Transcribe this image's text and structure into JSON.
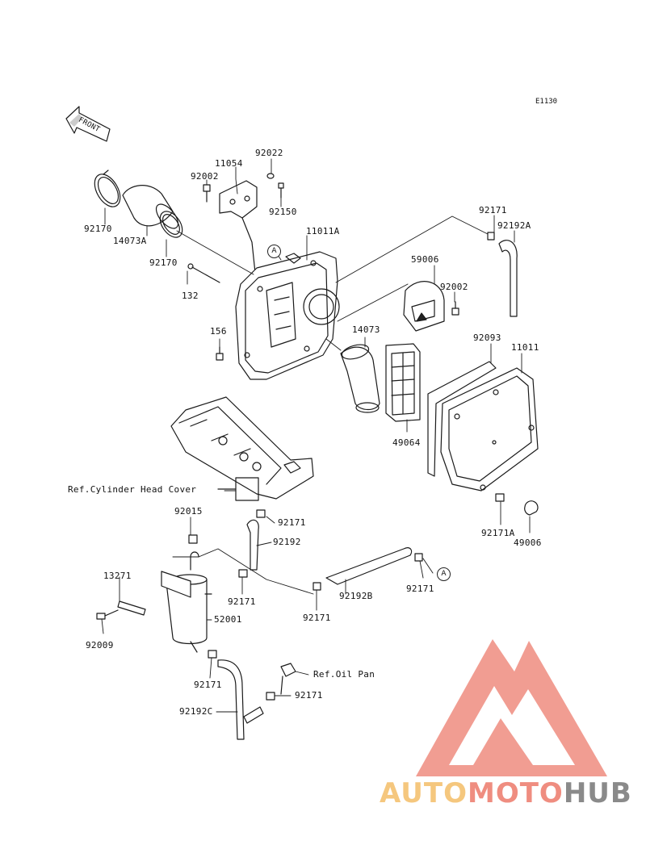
{
  "diagram_code": "E1130",
  "front_label": "FRONT",
  "callout_letter": "A",
  "parts": {
    "p92022": "92022",
    "p11054": "11054",
    "p92002_top": "92002",
    "p92150": "92150",
    "p92170_left": "92170",
    "p14073A": "14073A",
    "p92170_mid": "92170",
    "p11011A": "11011A",
    "p132": "132",
    "p156": "156",
    "p92171_tr": "92171",
    "p92192A": "92192A",
    "p59006": "59006",
    "p92002_right": "92002",
    "p14073": "14073",
    "p92093": "92093",
    "p11011": "11011",
    "p49064": "49064",
    "p92171A": "92171A",
    "p49006": "49006",
    "ref_head_cover": "Ref.Cylinder Head Cover",
    "p92171_a": "92171",
    "p92015": "92015",
    "p92192": "92192",
    "p13271": "13271",
    "p92171_b": "92171",
    "p92192B": "92192B",
    "p92171_c": "92171",
    "p92171_d": "92171",
    "p52001": "52001",
    "p92009": "92009",
    "p92171_e": "92171",
    "ref_oil_pan": "Ref.Oil Pan",
    "p92171_f": "92171",
    "p92192C": "92192C"
  },
  "watermark": {
    "part1": "AUTO",
    "part2": "MOTO",
    "part3": "HUB"
  },
  "colors": {
    "line": "#1a1a1a",
    "logo_red": "#ef8d80",
    "logo_yellow": "#f5c77e",
    "logo_gray": "#8a8a8a"
  }
}
